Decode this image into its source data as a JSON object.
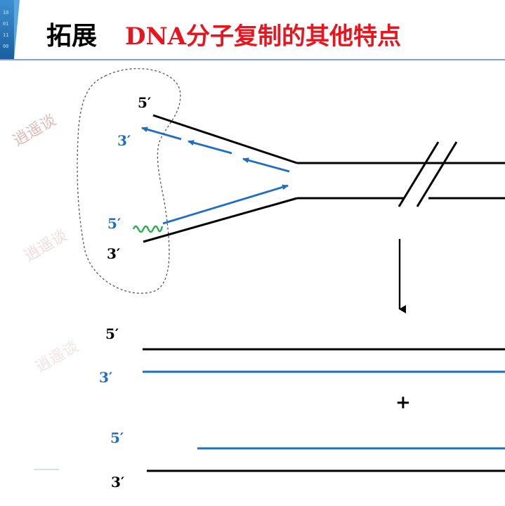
{
  "title": {
    "prefix": "拓展",
    "main": "DNA分子复制的其他特点"
  },
  "labels": {
    "fork_top_5": "5′",
    "fork_blue_3": "3′",
    "fork_blue_5": "5′",
    "fork_bottom_3": "3′",
    "result_top_5": "5′",
    "result_top_blue_3": "3′",
    "plus": "+",
    "result_bottom_blue_5": "5′",
    "result_bottom_3": "3′"
  },
  "watermark": "逍遥谈",
  "colors": {
    "title_red": "#e8141e",
    "strand_black": "#000000",
    "strand_blue": "#1e6fc2",
    "primer_green": "#22b14c",
    "rule": "#7fa6c8",
    "watermark": "#d9a0a0"
  }
}
